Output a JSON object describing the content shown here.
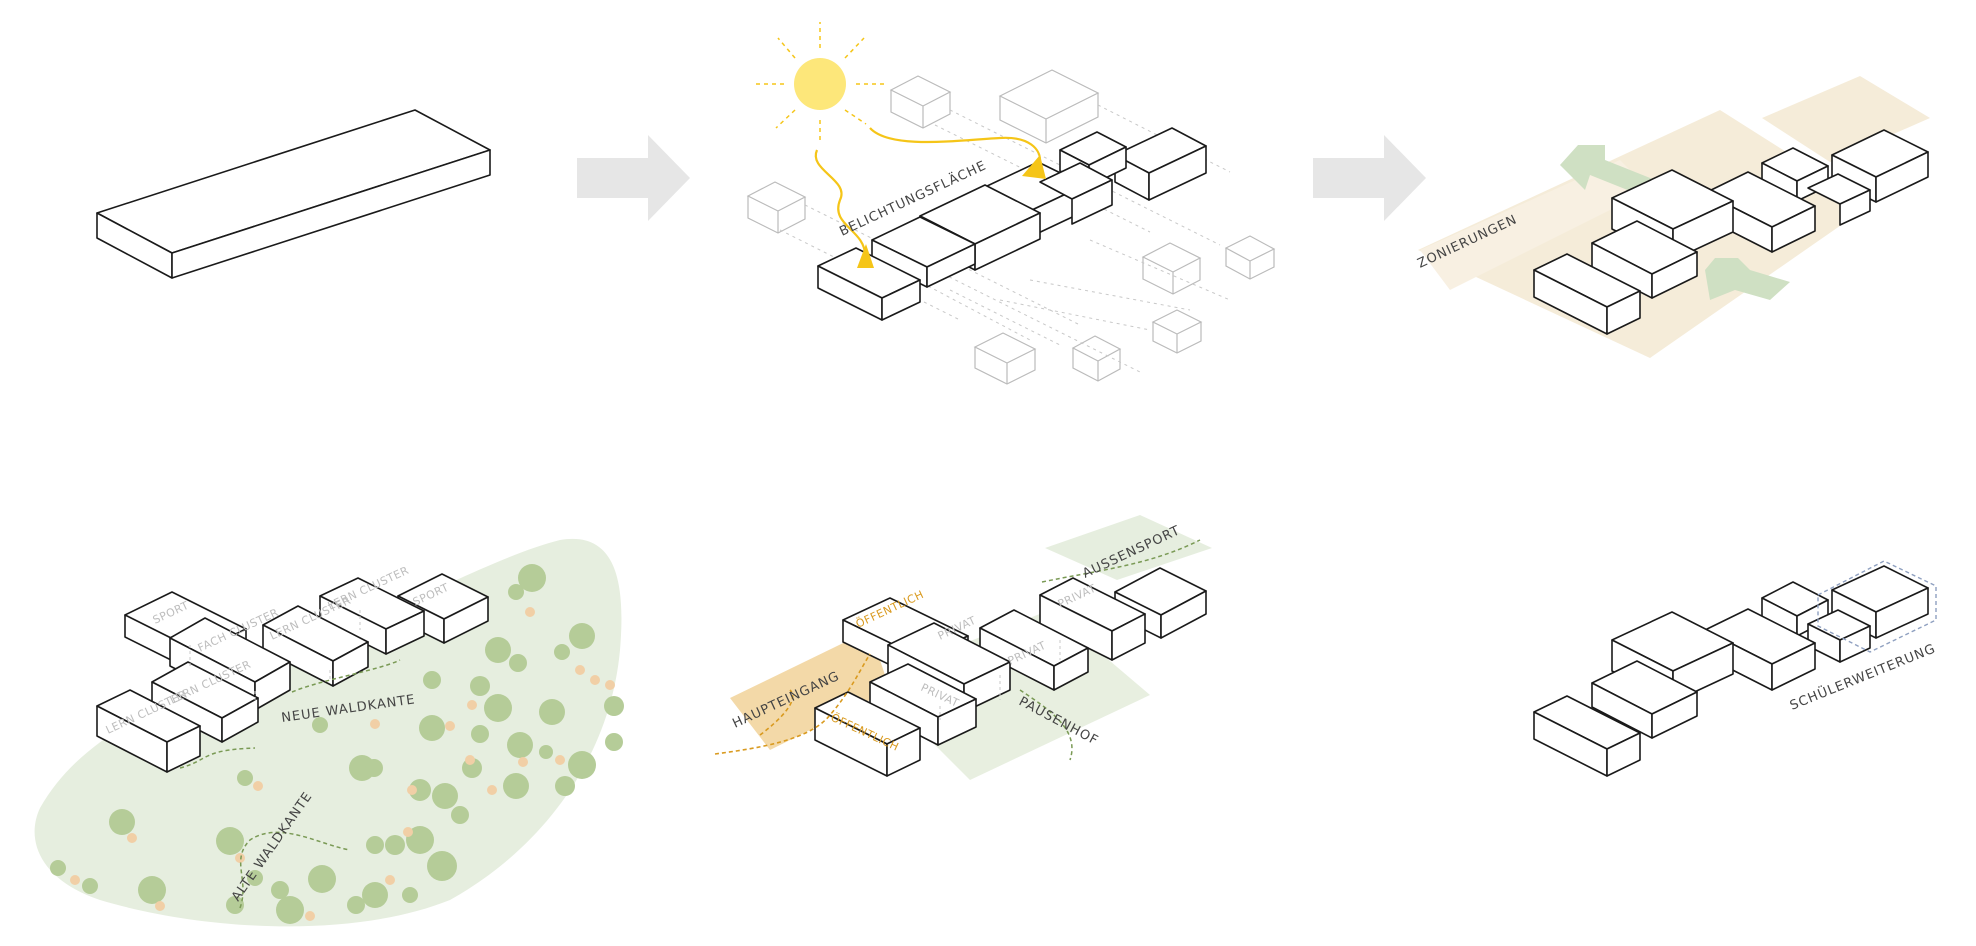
{
  "colors": {
    "line": "#1a1a1a",
    "ghost": "#bbbbbb",
    "arrow": "#e6e6e6",
    "sun": "#fde77a",
    "sun_ray": "#f5c518",
    "zone_beige": "#f5ecd9",
    "zone_green": "#dfe9d5",
    "green_arrow": "#cfe0c3",
    "forest": "#e6eedf",
    "tree": "#b5cc98",
    "tree_peach": "#f1cfa6",
    "orange_zone": "#f3d9a8",
    "orange": "#d99a1f",
    "dash_green": "#7a9a55",
    "dash_blue": "#8fa0c0"
  },
  "panels": {
    "lighting": {
      "label": "BELICHTUNGSFLÄCHE"
    },
    "zoning": {
      "label": "ZONIERUNGEN"
    },
    "forest": {
      "clusters": [
        "SPORT",
        "FACH CLUSTER",
        "LERN CLUSTER",
        "LERN CLUSTER",
        "LERN CLUSTER",
        "LERN CLUSTER",
        "SPORT"
      ],
      "new_edge": "NEUE WALDKANTE",
      "old_edge": "ALTE WALDKANTE"
    },
    "access": {
      "public_1": "ÖFFENTLICH",
      "public_2": "ÖFFENTLICH",
      "private": [
        "PRIVAT",
        "PRIVAT",
        "PRIVAT",
        "PRIVAT"
      ],
      "main_entrance": "HAUPTEINGANG",
      "sport": "AUSSENSPORT",
      "yard": "PAUSENHOF"
    },
    "extension": {
      "label": "SCHÜLERWEITERUNG"
    }
  }
}
